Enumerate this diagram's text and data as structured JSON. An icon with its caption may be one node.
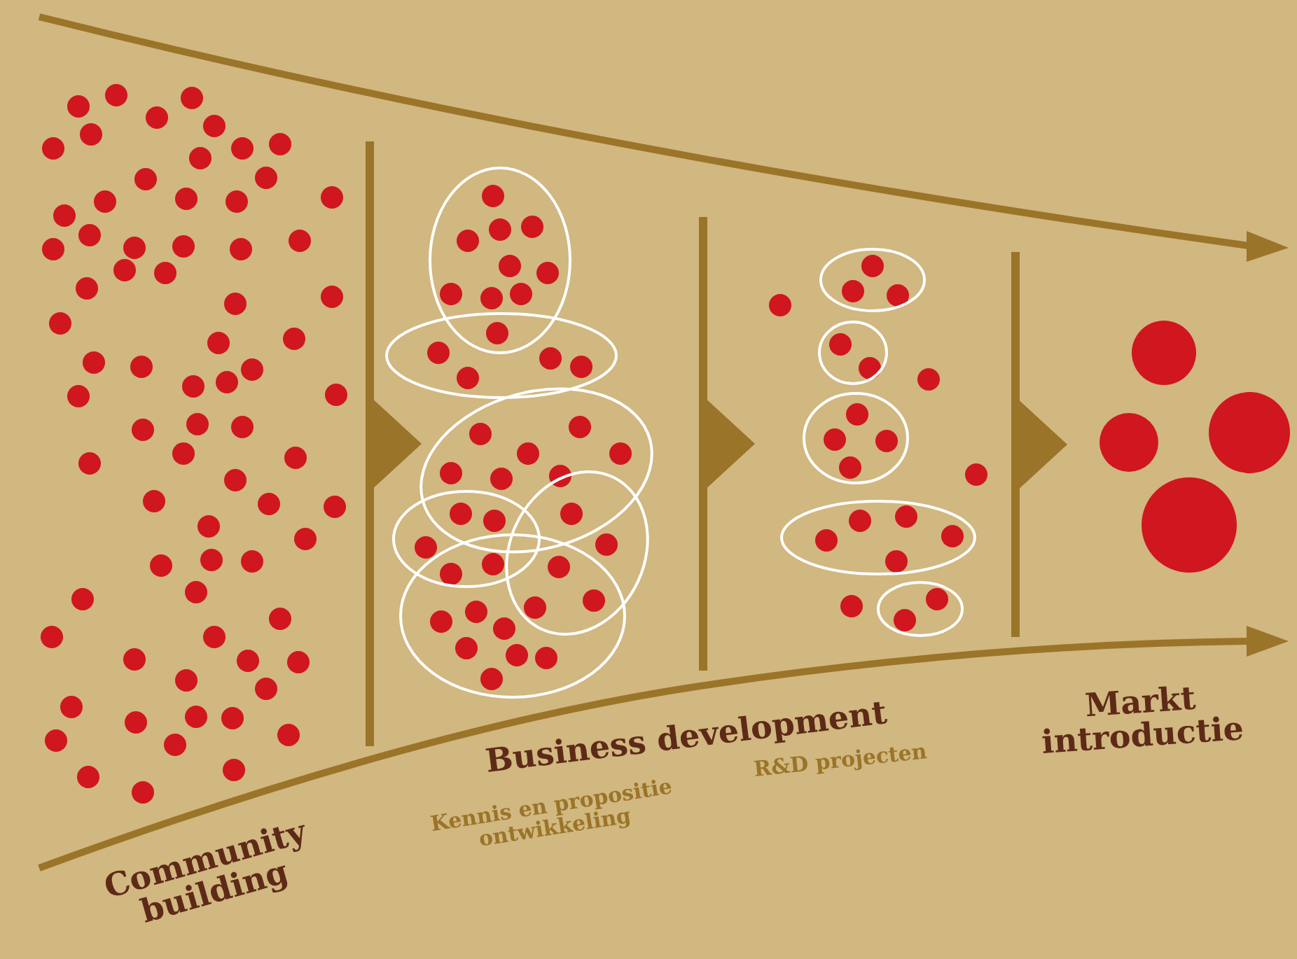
{
  "diagram": {
    "labels": [
      "Business development",
      "R&D projecten",
      "Markt introductie",
      "Kennis en propositie ontwikkeling",
      "Community building"
    ]
  }
}
